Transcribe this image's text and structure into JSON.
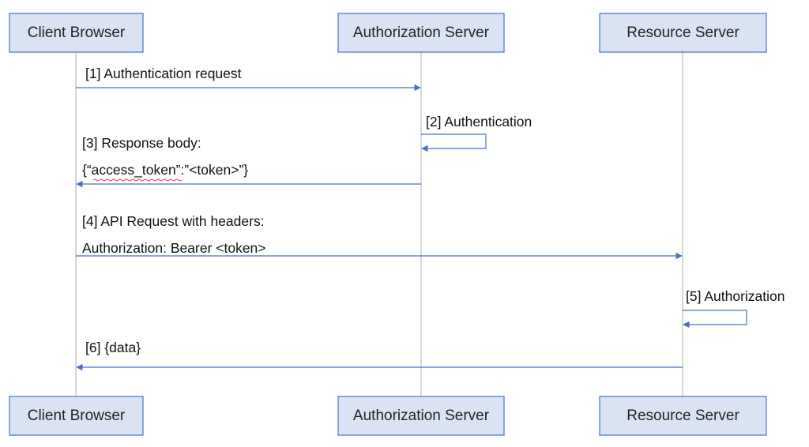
{
  "actors": [
    {
      "id": "client",
      "label": "Client Browser"
    },
    {
      "id": "auth",
      "label": "Authorization Server"
    },
    {
      "id": "resource",
      "label": "Resource Server"
    }
  ],
  "messages": [
    {
      "id": "m1",
      "from": "client",
      "to": "auth",
      "lines": [
        "[1] Authentication request"
      ]
    },
    {
      "id": "m2",
      "from": "auth",
      "to": "auth",
      "lines": [
        "[2] Authentication"
      ]
    },
    {
      "id": "m3",
      "from": "auth",
      "to": "client",
      "lines": [
        "[3] Response body:",
        "{“access_token”:”<token>”}"
      ]
    },
    {
      "id": "m4",
      "from": "client",
      "to": "resource",
      "lines": [
        "[4] API Request with headers:",
        "Authorization: Bearer <token>"
      ]
    },
    {
      "id": "m5",
      "from": "resource",
      "to": "resource",
      "lines": [
        "[5] Authorization"
      ]
    },
    {
      "id": "m6",
      "from": "resource",
      "to": "client",
      "lines": [
        "[6] {data}"
      ]
    }
  ],
  "colors": {
    "actor_fill": "#dae3f3",
    "actor_border": "#4472c4",
    "arrow": "#4472c4",
    "lifeline": "#bfbfbf",
    "spellcheck_underline": "#e33b3b"
  }
}
